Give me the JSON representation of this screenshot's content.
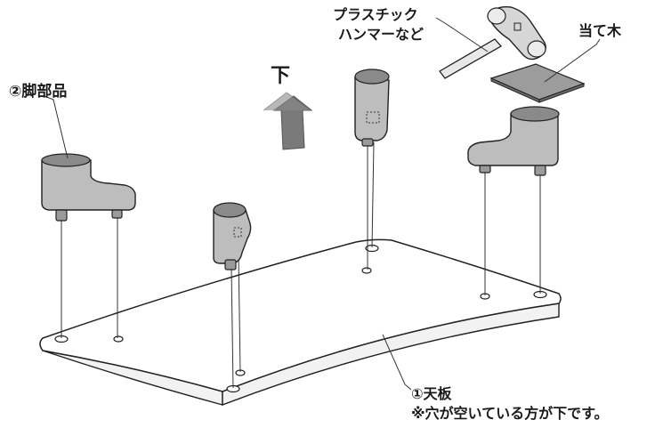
{
  "labels": {
    "leg_part": "②脚部品",
    "direction_down": "下",
    "hammer_line1": "プラスチック",
    "hammer_line2": "ハンマーなど",
    "pad": "当て木",
    "tabletop": "①天板",
    "note": "※穴が空いている方が下です。"
  },
  "colors": {
    "part_fill": "#bdbdbd",
    "part_shadow": "#8a8a8a",
    "line": "#222222",
    "arrow": "#7a7a7a",
    "background": "#ffffff"
  },
  "icons": {
    "arrow": "down-direction-arrow",
    "hammer": "hammer-icon",
    "pad": "wood-pad-icon"
  }
}
